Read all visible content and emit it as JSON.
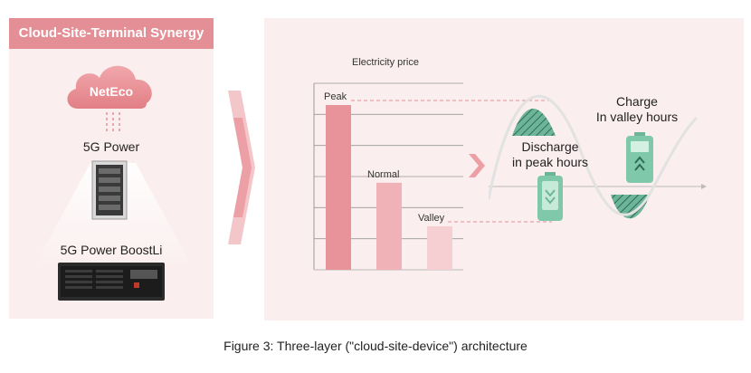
{
  "left": {
    "title": "Cloud-Site-Terminal Synergy",
    "cloud_label": "NetEco",
    "power_label": "5G Power",
    "boostli_label": "5G Power BoostLi"
  },
  "chart_data": {
    "type": "bar",
    "title": "Electricity price",
    "categories": [
      "Peak",
      "Normal",
      "Valley"
    ],
    "values": [
      5.3,
      2.8,
      1.4
    ],
    "ylim": [
      0,
      6
    ],
    "colors": [
      "#e8939a",
      "#f0b2b6",
      "#f6cfd2"
    ],
    "grid": true
  },
  "flow": {
    "discharge_label_1": "Discharge",
    "discharge_label_2": "in peak hours",
    "charge_label_1": "Charge",
    "charge_label_2": "In valley hours"
  },
  "caption": "Figure 3: Three-layer (\"cloud-site-device\") architecture",
  "colors": {
    "accent": "#e48f95",
    "panel_bg": "#fbeeee",
    "green": "#6db59a"
  }
}
